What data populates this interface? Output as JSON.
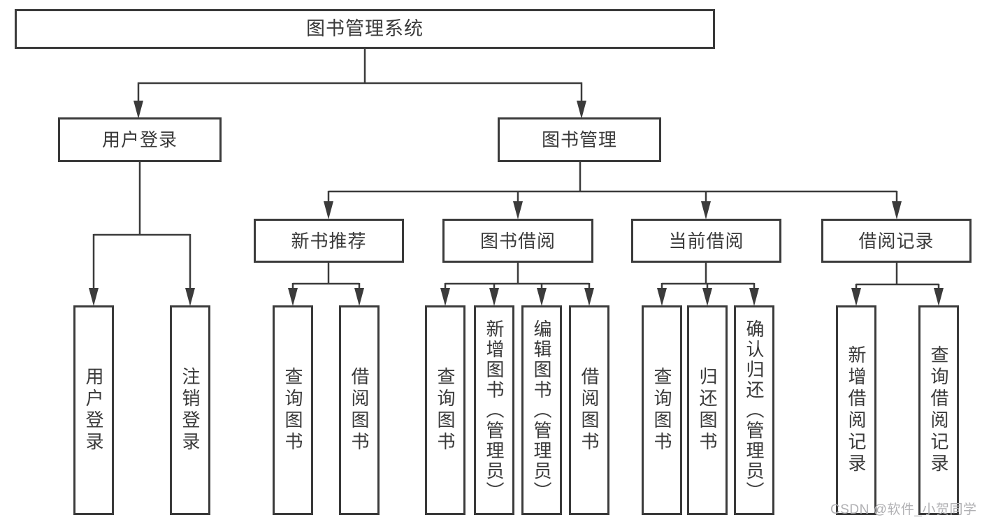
{
  "diagram": {
    "root": {
      "label": "图书管理系统"
    },
    "level2": [
      {
        "label": "用户登录"
      },
      {
        "label": "图书管理"
      }
    ],
    "level3": [
      {
        "label": "新书推荐"
      },
      {
        "label": "图书借阅"
      },
      {
        "label": "当前借阅"
      },
      {
        "label": "借阅记录"
      }
    ],
    "leaves": [
      {
        "label": "用户登录"
      },
      {
        "label": "注销登录"
      },
      {
        "label": "查询图书"
      },
      {
        "label": "借阅图书"
      },
      {
        "label": "查询图书"
      },
      {
        "label": "新增图书（管理员）"
      },
      {
        "label": "编辑图书（管理员）"
      },
      {
        "label": "借阅图书"
      },
      {
        "label": "查询图书"
      },
      {
        "label": "归还图书"
      },
      {
        "label": "确认归还（管理员）"
      },
      {
        "label": "新增借阅记录"
      },
      {
        "label": "查询借阅记录"
      }
    ],
    "watermark": "CSDN @软件_小贺同学",
    "colors": {
      "line": "#3b3b3b",
      "text": "#3a3a3a",
      "watermark": "#b0b0b3"
    }
  }
}
